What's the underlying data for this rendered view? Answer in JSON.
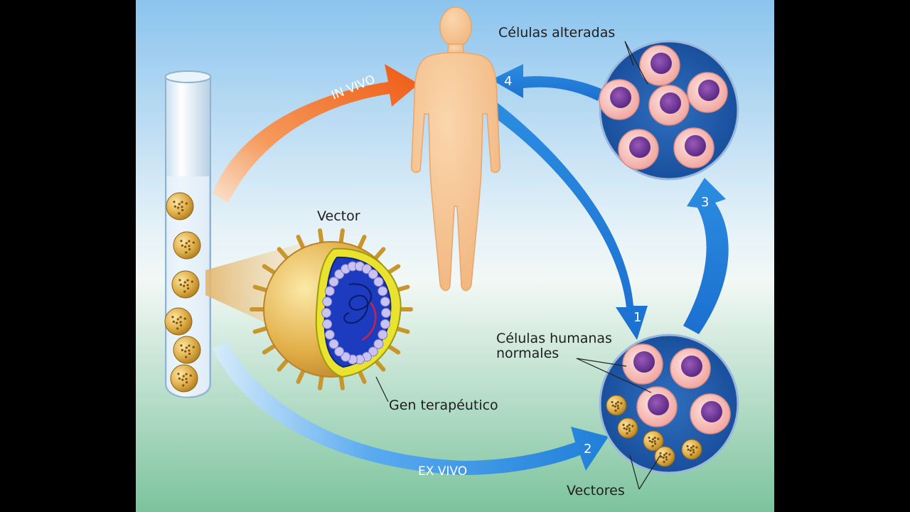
{
  "labels": {
    "in_vivo": "IN VIVO",
    "ex_vivo": "EX VIVO",
    "vector": "Vector",
    "gen_terapeutico": "Gen terapéutico",
    "celulas_alteradas": "Células alteradas",
    "celulas_humanas_1": "Células humanas",
    "celulas_humanas_2": "normales",
    "vectores": "Vectores"
  },
  "steps": [
    "1",
    "2",
    "3",
    "4"
  ],
  "colors": {
    "background_top": "#8fc6ee",
    "background_mid": "#f2f8f6",
    "background_bottom": "#7fc4a0",
    "in_vivo_arrow": "#f06a1e",
    "blue_arrow": "#2f8fe0",
    "skin": "#f7c79a",
    "virus": "#e2b24a",
    "capsid": "#1e3fc0"
  }
}
